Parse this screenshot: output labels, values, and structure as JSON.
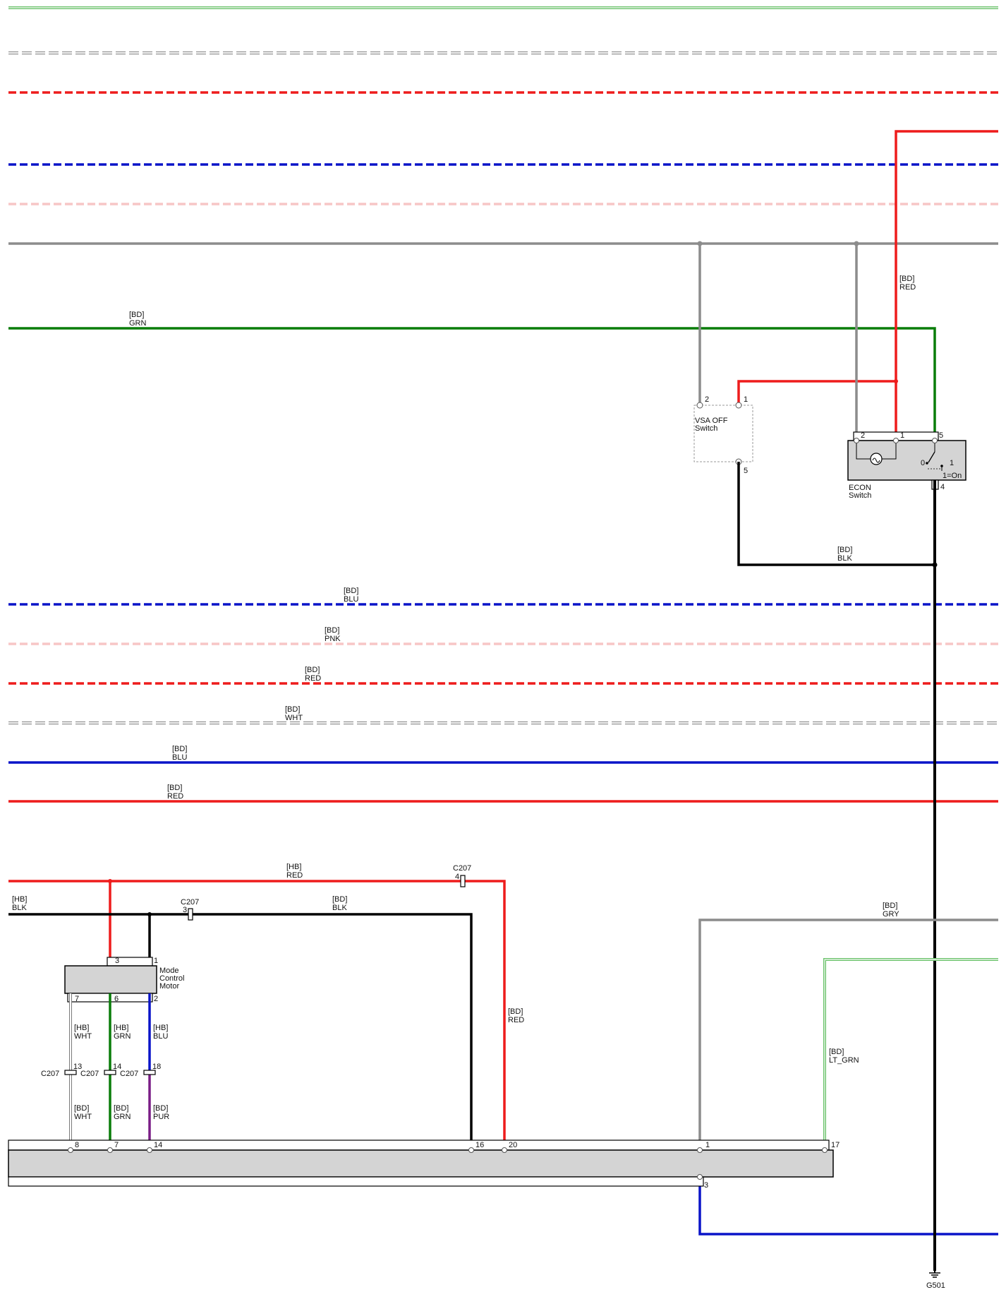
{
  "colors": {
    "GRN": "#0a7d0a",
    "LT_GRN": "#6cc36c",
    "RED": "#ee1c1c",
    "BLU": "#0a14c8",
    "PNK": "#f7c6c6",
    "WHT": "#ffffff",
    "GRY": "#8c8c8c",
    "BLK": "#000000",
    "PUR": "#7a1d86",
    "component_fill": "#d4d4d4"
  },
  "wire_labels": {
    "bd_red_top": [
      "[BD]",
      "RED"
    ],
    "bd_grn_top": [
      "[BD]",
      "GRN"
    ],
    "bd_blk_vsa": [
      "[BD]",
      "BLK"
    ],
    "bd_blu_dash": [
      "[BD]",
      "BLU"
    ],
    "bd_pnk_dash": [
      "[BD]",
      "PNK"
    ],
    "bd_red_dash": [
      "[BD]",
      "RED"
    ],
    "bd_wht_dash": [
      "[BD]",
      "WHT"
    ],
    "bd_blu_solid": [
      "[BD]",
      "BLU"
    ],
    "bd_red_solid": [
      "[BD]",
      "RED"
    ],
    "hb_red": [
      "[HB]",
      "RED"
    ],
    "hb_blk_left": [
      "[HB]",
      "BLK"
    ],
    "bd_blk_mid": [
      "[BD]",
      "BLK"
    ],
    "bd_red_c207": [
      "[BD]",
      "RED"
    ],
    "bd_gry": [
      "[BD]",
      "GRY"
    ],
    "bd_lt_grn": [
      "[BD]",
      "LT_GRN"
    ],
    "hb_wht": [
      "[HB]",
      "WHT"
    ],
    "hb_grn": [
      "[HB]",
      "GRN"
    ],
    "hb_blu": [
      "[HB]",
      "BLU"
    ],
    "bd_wht_low": [
      "[BD]",
      "WHT"
    ],
    "bd_grn_low": [
      "[BD]",
      "GRN"
    ],
    "bd_pur_low": [
      "[BD]",
      "PUR"
    ]
  },
  "components": {
    "vsa_switch": {
      "name": [
        "VSA OFF",
        "Switch"
      ],
      "pins": [
        "2",
        "1",
        "5"
      ]
    },
    "econ_switch": {
      "name": [
        "ECON",
        "Switch"
      ],
      "pins": [
        "2",
        "1",
        "5",
        "4"
      ],
      "contact_labels": [
        "0",
        "1",
        "1=On"
      ]
    },
    "mode_motor": {
      "name": [
        "Mode",
        "Control",
        "Motor"
      ],
      "pins": [
        "3",
        "1",
        "7",
        "6",
        "2"
      ]
    },
    "bottom_unit": {
      "pins": [
        "8",
        "7",
        "14",
        "16",
        "20",
        "1",
        "17",
        "3"
      ]
    }
  },
  "connectors": {
    "c207_4": {
      "name": "C207",
      "pin": "4"
    },
    "c207_3": {
      "name": "C207",
      "pin": "3"
    },
    "c207_13": {
      "name": "C207",
      "pin": "13"
    },
    "c207_14": {
      "name": "C207",
      "pin": "14"
    },
    "c207_18": {
      "name": "C207",
      "pin": "18"
    }
  },
  "ground": {
    "name": "G501"
  }
}
